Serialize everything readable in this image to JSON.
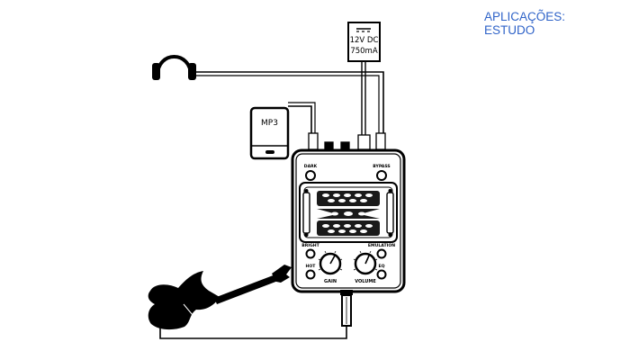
{
  "caption": {
    "line1": "APLICAÇÕES:",
    "line2": "ESTUDO"
  },
  "power_supply": {
    "voltage": "12V DC",
    "current": "750mA"
  },
  "mp3_player": {
    "label": "MP3"
  },
  "pedal": {
    "switch_labels": {
      "dark": "DARK",
      "bypass": "BYPASS",
      "bright": "BRIGHT",
      "emulation": "EMULATION",
      "hot": "HOT",
      "eq": "EQ"
    },
    "knob_labels": {
      "gain": "GAIN",
      "volume": "VOLUME"
    }
  },
  "colors": {
    "caption": "#2f63c8",
    "ink": "#000000",
    "tube_fill": "#1a1a1a"
  },
  "icons": [
    "headphones-icon",
    "power-supply-icon",
    "mp3-player-icon",
    "guitar-icon"
  ]
}
